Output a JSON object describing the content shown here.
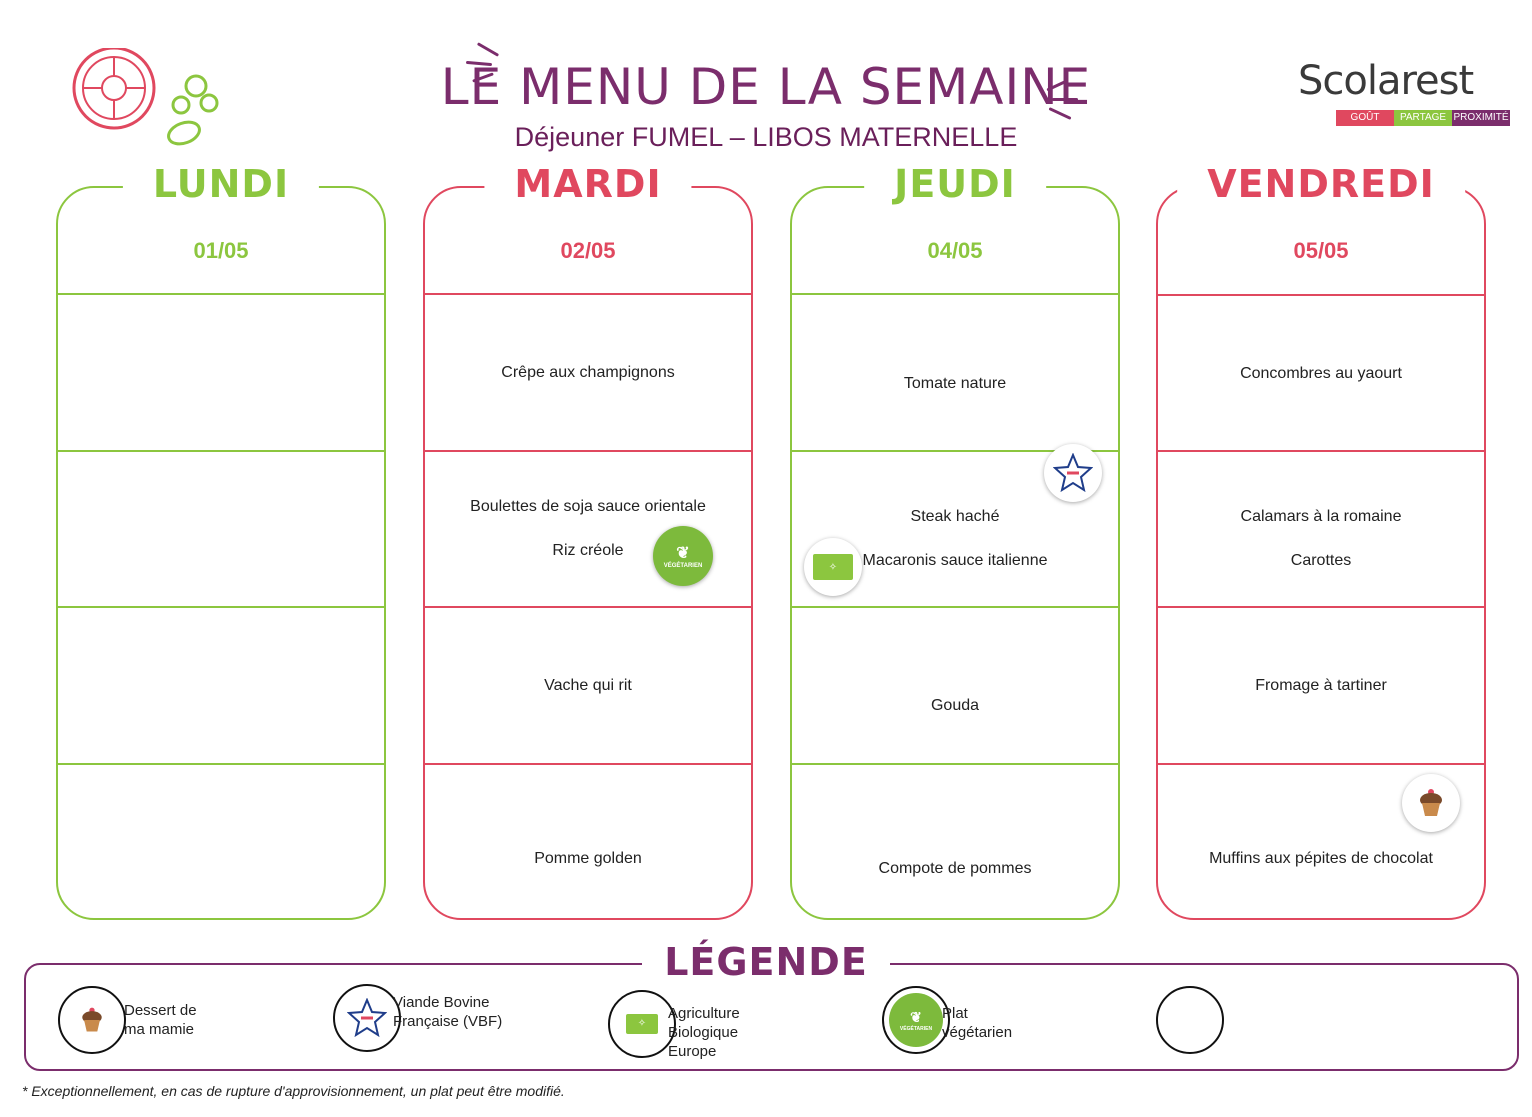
{
  "header": {
    "title": "LE MENU DE LA SEMAINE",
    "subtitle": "Déjeuner FUMEL – LIBOS MATERNELLE"
  },
  "logo": {
    "name": "Scolarest",
    "tagline": [
      "GOÛT",
      "PARTAGE",
      "PROXIMITÉ"
    ]
  },
  "days": [
    {
      "label": "LUNDI",
      "date": "01/05",
      "color": "#8cc63f",
      "starter": [],
      "main": [],
      "dairy": [],
      "dessert": []
    },
    {
      "label": "MARDI",
      "date": "02/05",
      "color": "#e0485f",
      "starter": [
        "Crêpe aux champignons"
      ],
      "main": [
        "Boulettes de soja sauce orientale",
        "Riz créole"
      ],
      "dairy": [
        "Vache qui rit"
      ],
      "dessert": [
        "Pomme golden"
      ]
    },
    {
      "label": "JEUDI",
      "date": "04/05",
      "color": "#8cc63f",
      "starter": [
        "Tomate nature"
      ],
      "main": [
        "Steak haché",
        "Macaronis sauce italienne"
      ],
      "dairy": [
        "Gouda"
      ],
      "dessert": [
        "Compote de pommes"
      ]
    },
    {
      "label": "VENDREDI",
      "date": "05/05",
      "color": "#e0485f",
      "starter": [
        "Concombres au yaourt"
      ],
      "main": [
        "Calamars à la romaine",
        "Carottes"
      ],
      "dairy": [
        "Fromage à tartiner"
      ],
      "dessert": [
        "Muffins aux pépites de chocolat"
      ]
    }
  ],
  "badges": {
    "vegetarian": "VÉGÉTARIEN",
    "vbf": "VIANDE BOVINE FRANÇAISE"
  },
  "legend": {
    "title": "LÉGENDE",
    "items": [
      {
        "icon": "muffin-icon",
        "text": "Dessert de\nma mamie"
      },
      {
        "icon": "vbf-icon",
        "text": "Viande Bovine\nFrançaise (VBF)"
      },
      {
        "icon": "organic-eu-icon",
        "text": "Agriculture\nBiologique\nEurope"
      },
      {
        "icon": "vegetarian-icon",
        "text": "Plat\nvégétarien"
      },
      {
        "icon": "empty-icon",
        "text": ""
      }
    ]
  },
  "footnote": "* Exceptionnellement, en cas de rupture d'approvisionnement, un plat peut être modifié.",
  "colors": {
    "green": "#8cc63f",
    "red": "#e0485f",
    "purple": "#7b2d6c"
  }
}
